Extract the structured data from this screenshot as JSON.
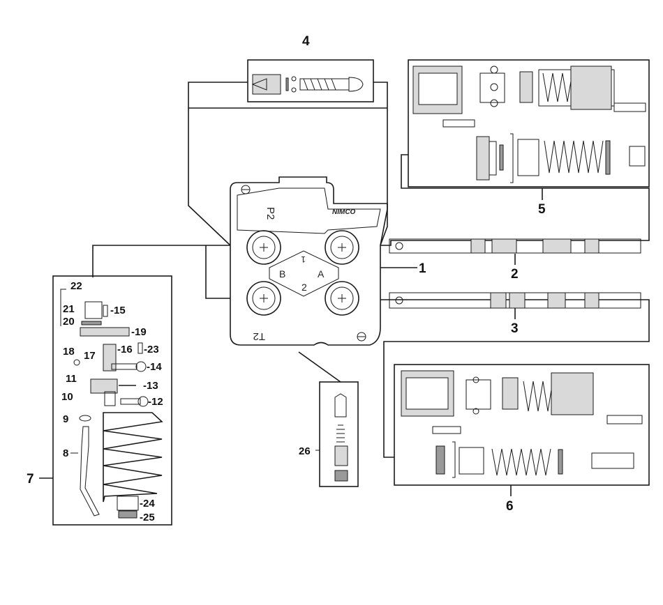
{
  "diagram": {
    "valve_markings": {
      "p2": "P2",
      "t2": "T2",
      "a": "A",
      "b": "B",
      "one": "1",
      "two": "2",
      "brand": "NIMCO"
    },
    "callouts": {
      "c1": "1",
      "c2": "2",
      "c3": "3",
      "c4": "4",
      "c5": "5",
      "c6": "6",
      "c7": "7",
      "c8": "8",
      "c9": "9",
      "c10": "10",
      "c11": "11",
      "c12": "-12",
      "c13": "-13",
      "c14": "-14",
      "c15": "-15",
      "c16": "-16",
      "c17": "17",
      "c18": "18",
      "c19": "-19",
      "c20": "20",
      "c21": "21",
      "c22": "22",
      "c23": "-23",
      "c24": "-24",
      "c25": "-25",
      "c26": "26"
    }
  }
}
